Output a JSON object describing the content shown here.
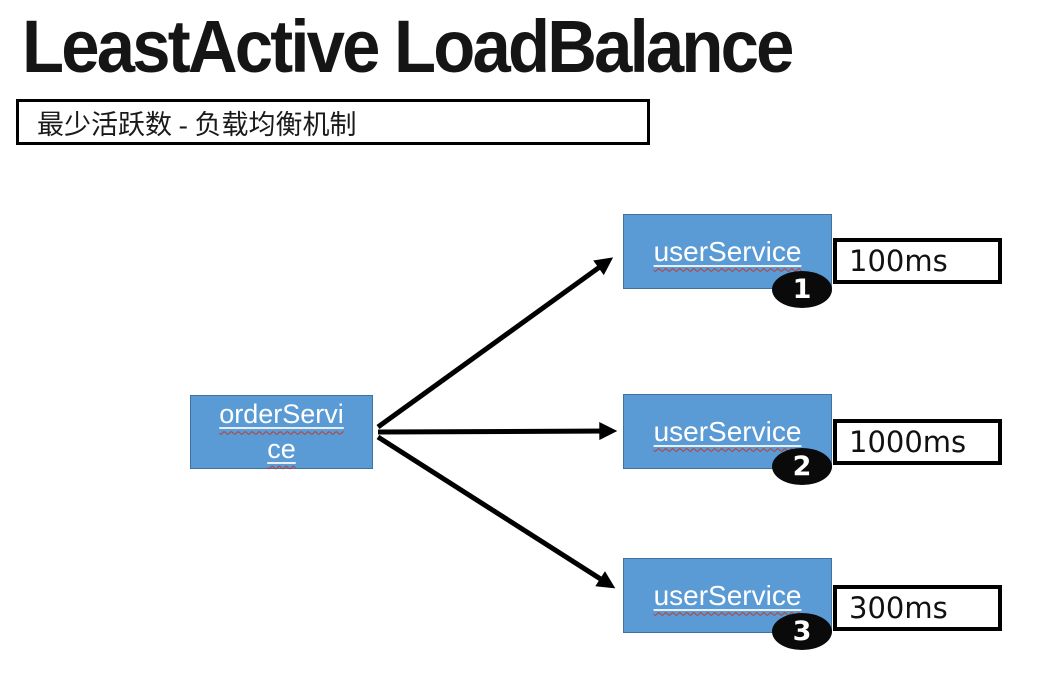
{
  "title": "LeastActive LoadBalance",
  "subtitle": "最少活跃数 - 负载均衡机制",
  "diagram": {
    "consumer": {
      "label": "orderService"
    },
    "providers": [
      {
        "label": "userService",
        "badge": "1",
        "latency": "100ms"
      },
      {
        "label": "userService",
        "badge": "2",
        "latency": "1000ms"
      },
      {
        "label": "userService",
        "badge": "3",
        "latency": "300ms"
      }
    ],
    "colors": {
      "node_fill": "#5b9bd5",
      "node_border": "#41719c",
      "arrow": "#000000",
      "badge_fill": "#000000",
      "badge_text": "#ffffff",
      "spellcheck_underline": "#c0392b",
      "border_black": "#000000"
    }
  }
}
